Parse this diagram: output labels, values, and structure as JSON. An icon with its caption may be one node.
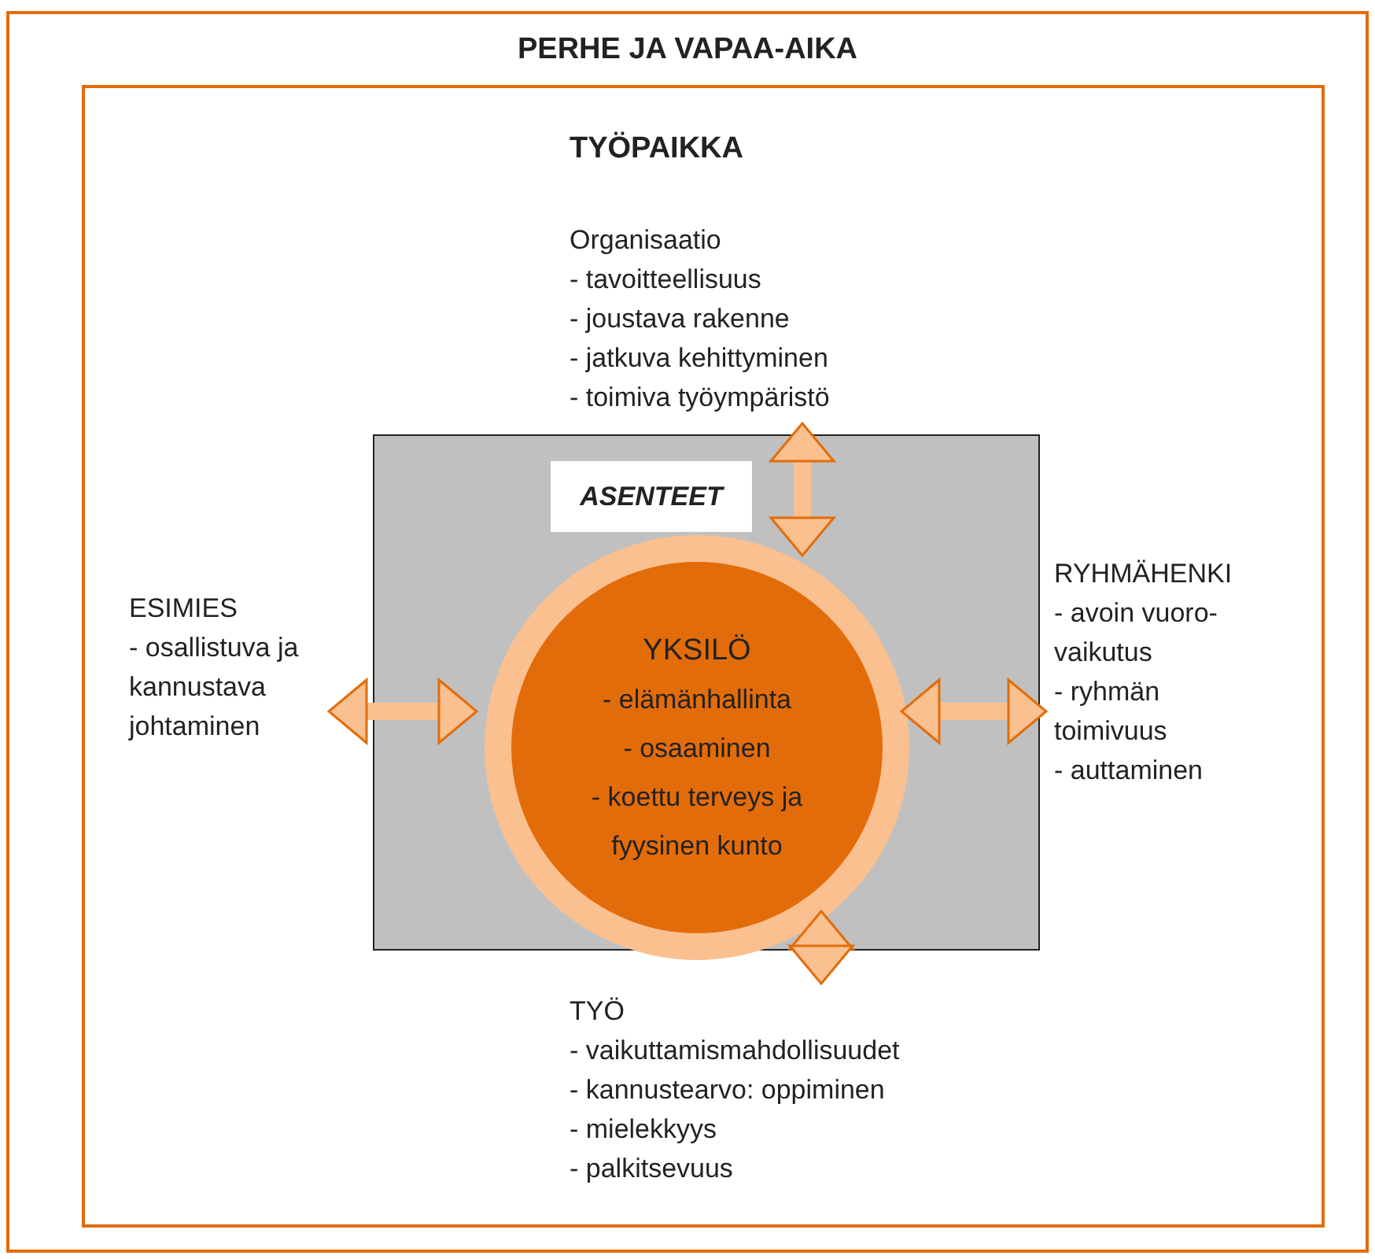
{
  "diagram": {
    "nodes": [
      {
        "text": [
          "PERHE JA VAPAA-AIKA"
        ]
      },
      {
        "text": [
          "TYÖPAIKKA"
        ],
        "in": 0
      },
      {
        "text": [
          "Organisaatio",
          "- tavoitteellisuus",
          "- joustava rakenne",
          "- jatkuva kehittyminen",
          "- toimiva työympäristö"
        ],
        "in": 1
      },
      {
        "text": [],
        "shape": "box",
        "in": 1
      },
      {
        "text": [
          "ASENTEET"
        ],
        "in": 3
      },
      {
        "text": [
          "YKSILÖ",
          "- elämänhallinta",
          "- osaaminen",
          "- koettu terveys ja fyysinen kunto"
        ],
        "in": 3
      },
      {
        "text": [
          "ESIMIES",
          "- osallistuva ja kannustava johtaminen"
        ],
        "in": 1
      },
      {
        "text": [
          "RYHMÄHENKI",
          "- avoin vuoro- vaikutus",
          "- ryhmän toimivuus",
          "- auttaminen"
        ],
        "in": 1
      },
      {
        "text": [
          "TYÖ",
          "- vaikuttamismahdollisuudet",
          "- kannustearvo: oppiminen",
          "- mielekkyys",
          "- palkitsevuus"
        ],
        "in": 1
      }
    ],
    "edges": [
      {
        "from": 5,
        "to": 2,
        "arrow": "both"
      },
      {
        "from": 5,
        "to": 6,
        "arrow": "both"
      },
      {
        "from": 5,
        "to": 7,
        "arrow": "both"
      },
      {
        "from": 5,
        "to": 8,
        "arrow": "both"
      }
    ]
  }
}
